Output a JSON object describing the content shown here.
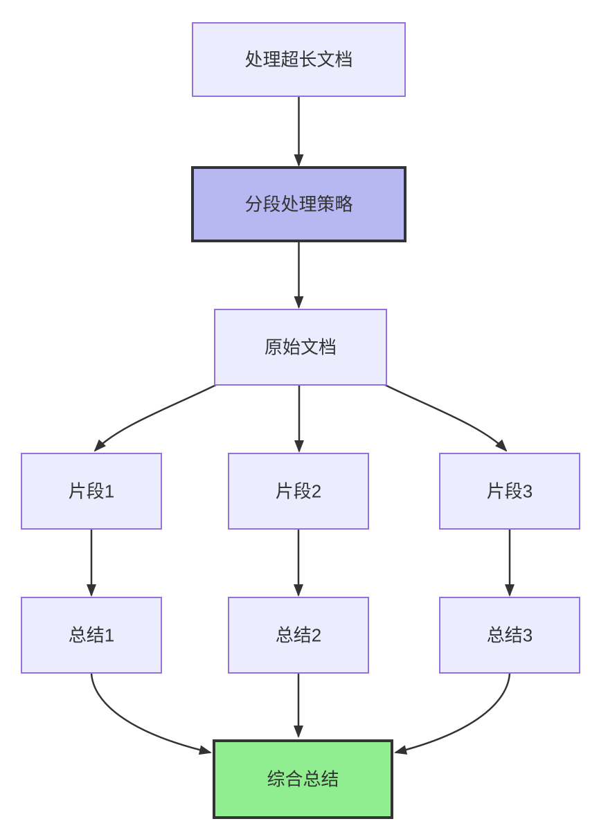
{
  "diagram": {
    "type": "flowchart",
    "direction": "top-down",
    "nodes": [
      {
        "id": "A",
        "label": "处理超长文档",
        "style": "default"
      },
      {
        "id": "B",
        "label": "分段处理策略",
        "style": "emphasis"
      },
      {
        "id": "C",
        "label": "原始文档",
        "style": "default"
      },
      {
        "id": "D1",
        "label": "片段1",
        "style": "default"
      },
      {
        "id": "D2",
        "label": "片段2",
        "style": "default"
      },
      {
        "id": "D3",
        "label": "片段3",
        "style": "default"
      },
      {
        "id": "E1",
        "label": "总结1",
        "style": "default"
      },
      {
        "id": "E2",
        "label": "总结2",
        "style": "default"
      },
      {
        "id": "E3",
        "label": "总结3",
        "style": "default"
      },
      {
        "id": "F",
        "label": "综合总结",
        "style": "success"
      }
    ],
    "edges": [
      {
        "from": "A",
        "to": "B"
      },
      {
        "from": "B",
        "to": "C"
      },
      {
        "from": "C",
        "to": "D1"
      },
      {
        "from": "C",
        "to": "D2"
      },
      {
        "from": "C",
        "to": "D3"
      },
      {
        "from": "D1",
        "to": "E1"
      },
      {
        "from": "D2",
        "to": "E2"
      },
      {
        "from": "D3",
        "to": "E3"
      },
      {
        "from": "E1",
        "to": "F"
      },
      {
        "from": "E2",
        "to": "F"
      },
      {
        "from": "E3",
        "to": "F"
      }
    ],
    "colors": {
      "node_fill": "#ECECFF",
      "node_border": "#9370DB",
      "emphasis_fill": "#B7B7F2",
      "emphasis_border": "#333333",
      "success_fill": "#90EE90",
      "success_border": "#333333",
      "edge": "#333333",
      "text": "#333333",
      "background": "#FFFFFF"
    }
  }
}
